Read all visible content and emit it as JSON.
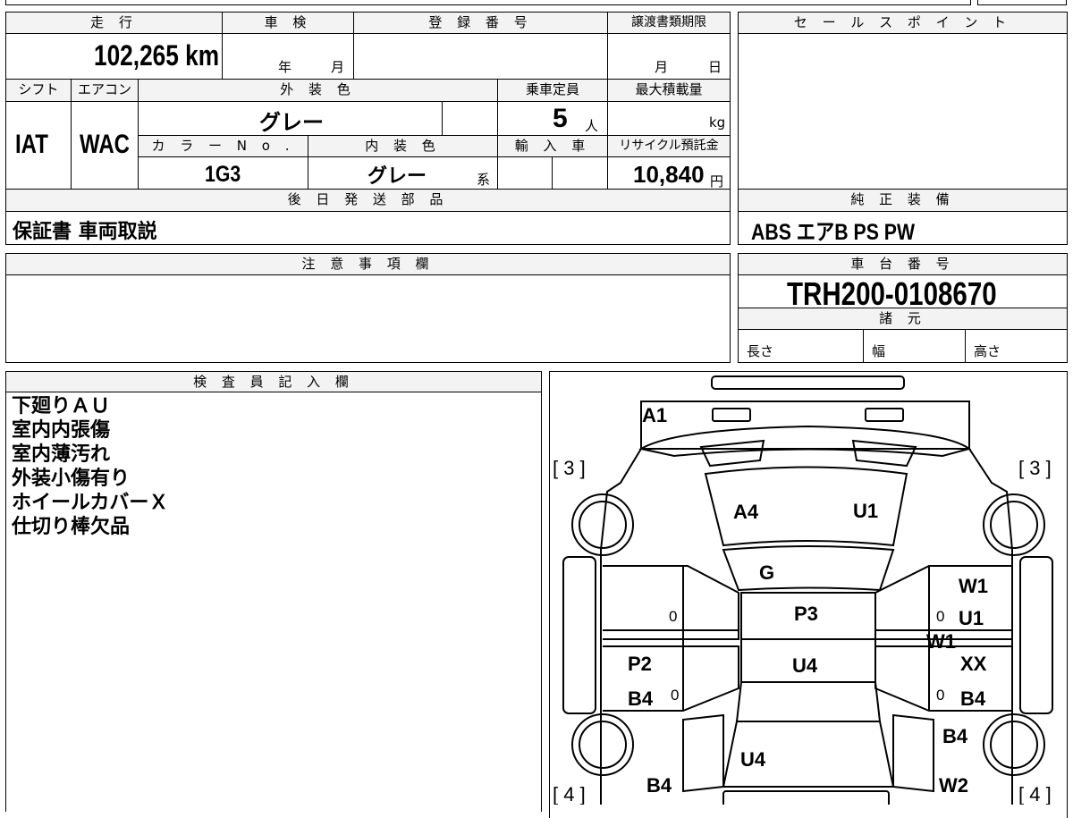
{
  "headers": {
    "mileage": "走 行",
    "inspection": "車 検",
    "registration_no": "登 録 番 号",
    "transfer_deadline": "譲渡書類期限",
    "sales_point": "セ ー ル ス ポ イ ン ト",
    "shift": "シフト",
    "aircon": "エアコン",
    "exterior_color": "外 装 色",
    "capacity": "乗車定員",
    "max_load": "最大積載量",
    "color_no": "カ ラ ー N o .",
    "interior_color": "内 装 色",
    "imported": "輸 入 車",
    "recycle_fee": "リサイクル預託金",
    "later_parts": "後 日 発 送 部 品",
    "genuine_equipment": "純 正 装 備",
    "notes": "注 意 事 項 欄",
    "chassis_no": "車 台 番 号",
    "specs": "諸 元",
    "inspector": "検 査 員 記 入 欄"
  },
  "values": {
    "mileage": "102,265 km",
    "year_unit": "年",
    "month_unit": "月",
    "deadline_month": "月",
    "deadline_day": "日",
    "shift": "IAT",
    "aircon": "WAC",
    "exterior_color": "グレー",
    "capacity": "5",
    "capacity_unit": "人",
    "max_load_unit": "kg",
    "color_no": "1G3",
    "interior_color": "グレー",
    "interior_suffix": "系",
    "recycle_fee": "10,840",
    "yen": "円",
    "later_parts": "保証書 車両取説",
    "genuine_equipment": "ABS エアB PS PW",
    "chassis_no": "TRH200-0108670",
    "length": "長さ",
    "width": "幅",
    "height": "高さ"
  },
  "inspector_notes": [
    "下廻りＡＵ",
    "室内内張傷",
    "室内薄汚れ",
    "外装小傷有り",
    "ホイールカバーＸ",
    "仕切り棒欠品"
  ],
  "diagram_labels": {
    "tire_fl": "[ 3 ]",
    "tire_fr": "[ 3 ]",
    "tire_rl": "[ 4 ]",
    "tire_rr": "[ 4 ]",
    "a1": "A1",
    "a4": "A4",
    "u1_top": "U1",
    "g": "G",
    "w1_top": "W1",
    "p3": "P3",
    "u1_mid": "U1",
    "w1_mid": "W1",
    "p2": "P2",
    "u4_mid": "U4",
    "xx": "XX",
    "b4_left": "B4",
    "b4_right": "B4",
    "b4_right2": "B4",
    "u4_bottom": "U4",
    "b4_bottom": "B4",
    "w2": "W2",
    "zero1": "0",
    "zero2": "0",
    "zero3": "0",
    "zero4": "0"
  }
}
